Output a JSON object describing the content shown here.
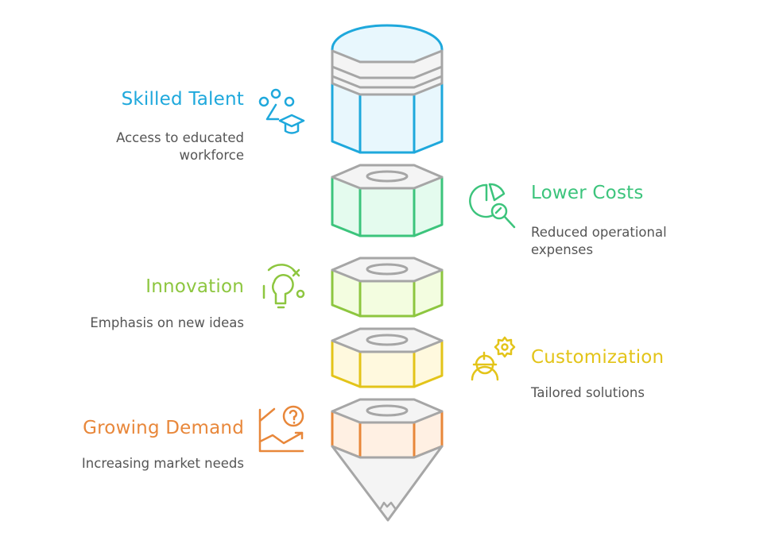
{
  "colors": {
    "skilled": "#1ea8dc",
    "costs": "#3cc47c",
    "innovation": "#8dc63f",
    "custom": "#e3c419",
    "demand": "#e8873a",
    "outline": "#a6a6a6"
  },
  "items": [
    {
      "title": "Skilled Talent",
      "desc1": "Access to educated",
      "desc2": "workforce",
      "icon": "people-graduation-cap-icon"
    },
    {
      "title": "Lower Costs",
      "desc1": "Reduced operational",
      "desc2": "expenses",
      "icon": "pie-chart-magnifier-icon"
    },
    {
      "title": "Innovation",
      "desc1": "Emphasis on new ideas",
      "icon": "lightbulb-icon"
    },
    {
      "title": "Customization",
      "desc1": "Tailored solutions",
      "icon": "worker-gear-icon"
    },
    {
      "title": "Growing Demand",
      "desc1": "Increasing market needs",
      "icon": "growth-chart-question-icon"
    }
  ]
}
